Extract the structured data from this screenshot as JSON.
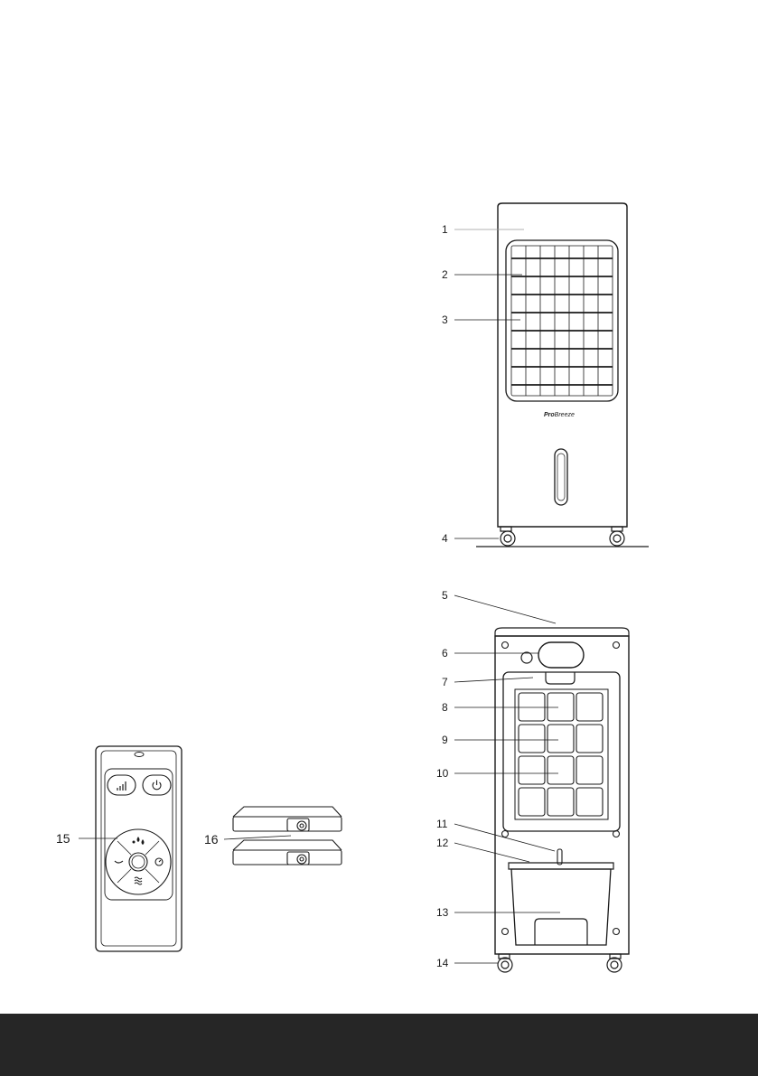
{
  "brand": {
    "bold": "Pro",
    "regular": "Breeze"
  },
  "callouts": {
    "front": [
      "1",
      "2",
      "3",
      "4"
    ],
    "back": [
      "5",
      "6",
      "7",
      "8",
      "9",
      "10",
      "11",
      "12",
      "13",
      "14"
    ],
    "accessories": [
      "15",
      "16"
    ]
  },
  "colors": {
    "ink": "#1a1a1a",
    "footer": "#262626",
    "paper": "#ffffff"
  },
  "icons": {
    "remote": [
      "speed-bars-icon",
      "power-icon",
      "water-drops-icon",
      "swing-icon",
      "timer-icon",
      "wave-mode-icon"
    ]
  }
}
